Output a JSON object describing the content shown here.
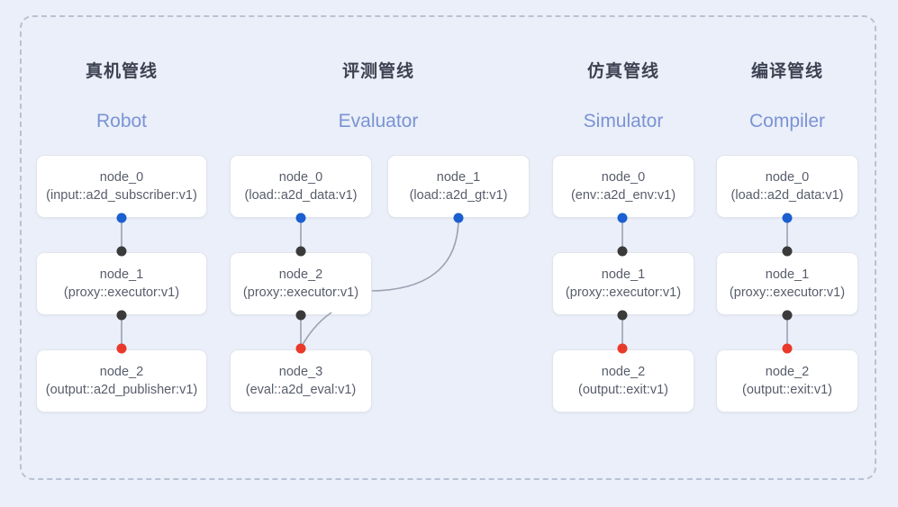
{
  "diagram": {
    "background_color": "#eaeff9",
    "frame_border_color": "#b9c2d4",
    "accent_color": "#7b93d4",
    "port_colors": {
      "input": "#1b5fd0",
      "middle": "#3a3a3a",
      "output": "#e8392a"
    }
  },
  "columns": [
    {
      "title": "真机管线",
      "subtitle": "Robot",
      "nodes": [
        {
          "name": "node_0",
          "type": "(input::a2d_subscriber:v1)"
        },
        {
          "name": "node_1",
          "type": "(proxy::executor:v1)"
        },
        {
          "name": "node_2",
          "type": "(output::a2d_publisher:v1)"
        }
      ]
    },
    {
      "title": "评测管线",
      "subtitle": "Evaluator",
      "nodes": [
        {
          "name": "node_0",
          "type": "(load::a2d_data:v1)"
        },
        {
          "name": "node_1",
          "type": "(load::a2d_gt:v1)"
        },
        {
          "name": "node_2",
          "type": "(proxy::executor:v1)"
        },
        {
          "name": "node_3",
          "type": "(eval::a2d_eval:v1)"
        }
      ]
    },
    {
      "title": "仿真管线",
      "subtitle": "Simulator",
      "nodes": [
        {
          "name": "node_0",
          "type": "(env::a2d_env:v1)"
        },
        {
          "name": "node_1",
          "type": "(proxy::executor:v1)"
        },
        {
          "name": "node_2",
          "type": "(output::exit:v1)"
        }
      ]
    },
    {
      "title": "编译管线",
      "subtitle": "Compiler",
      "nodes": [
        {
          "name": "node_0",
          "type": "(load::a2d_data:v1)"
        },
        {
          "name": "node_1",
          "type": "(proxy::executor:v1)"
        },
        {
          "name": "node_2",
          "type": "(output::exit:v1)"
        }
      ]
    }
  ]
}
